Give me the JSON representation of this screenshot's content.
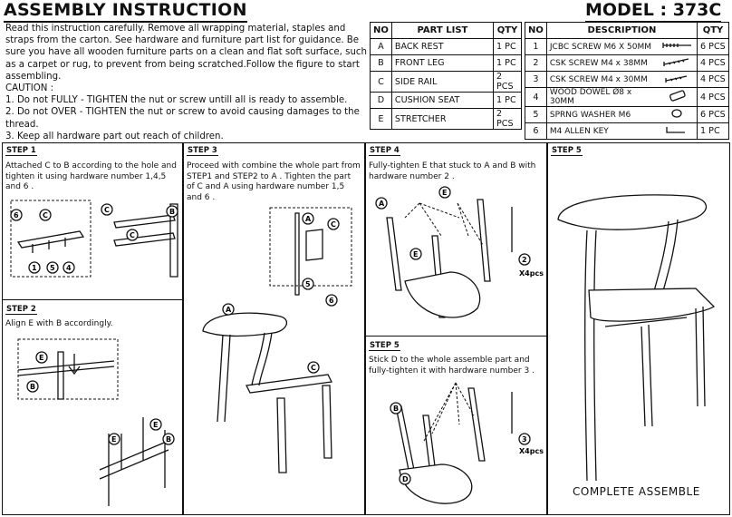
{
  "header": {
    "title": "ASSEMBLY INSTRUCTION",
    "model": "MODEL : 373C"
  },
  "intro": {
    "paragraph": "Read this  instruction carefully. Remove all wrapping material, staples and straps from the carton. See hardware and furniture part list for guidance. Be sure you have all wooden furniture parts on a clean and flat soft surface, such as a carpet or rug, to prevent from being scratched.Follow the figure to start assembling.",
    "caution_title": "CAUTION :",
    "cautions": [
      "1. Do not FULLY - TIGHTEN the nut or screw untill all is ready to assemble.",
      "2. Do not OVER -  TIGHTEN the nut or screw to avoid causing damages to the thread.",
      "3. Keep all hardware part out reach of children."
    ]
  },
  "part_list": {
    "headers": [
      "NO",
      "PART LIST",
      "QTY"
    ],
    "rows": [
      [
        "A",
        "BACK REST",
        "1 PC"
      ],
      [
        "B",
        "FRONT LEG",
        "1 PC"
      ],
      [
        "C",
        "SIDE RAIL",
        "2 PCS"
      ],
      [
        "D",
        "CUSHION SEAT",
        "1 PC"
      ],
      [
        "E",
        "STRETCHER",
        "2 PCS"
      ]
    ]
  },
  "hardware_list": {
    "headers": [
      "NO",
      "DESCRIPTION",
      "QTY"
    ],
    "rows": [
      [
        "1",
        "JCBC SCREW M6 X 50MM",
        "6 PCS"
      ],
      [
        "2",
        "CSK SCREW M4 x 38MM",
        "4 PCS"
      ],
      [
        "3",
        "CSK SCREW M4 x 30MM",
        "4 PCS"
      ],
      [
        "4",
        "WOOD DOWEL Ø8 x 30MM",
        "4 PCS"
      ],
      [
        "5",
        "SPRNG WASHER M6",
        "6 PCS"
      ],
      [
        "6",
        "M4 ALLEN KEY",
        "1 PC"
      ]
    ]
  },
  "steps": {
    "step1": {
      "tag": "STEP 1",
      "text": "Attached C to B according to the hole and tighten it using hardware number 1,4,5 and 6 ."
    },
    "step2": {
      "tag": "STEP 2",
      "text": "Align E with B accordingly."
    },
    "step3": {
      "tag": "STEP 3",
      "text": "Proceed with combine the whole part from STEP1 and STEP2 to A . Tighten the part of C and A using hardware number 1,5 and 6 ."
    },
    "step4": {
      "tag": "STEP 4",
      "text": "Fully-tighten E that stuck to A and B with hardware number 2 ."
    },
    "step5a": {
      "tag": "STEP 5",
      "text": "Stick D to the whole assemble part and fully-tighten it with hardware number 3 ."
    },
    "step5b": {
      "tag": "STEP 5",
      "caption": "COMPLETE ASSEMBLE"
    }
  },
  "labels": {
    "x4pcs": "X4pcs",
    "A": "A",
    "B": "B",
    "C": "C",
    "D": "D",
    "E": "E",
    "n1": "1",
    "n2": "2",
    "n3": "3",
    "n4": "4",
    "n5": "5",
    "n6": "6"
  }
}
